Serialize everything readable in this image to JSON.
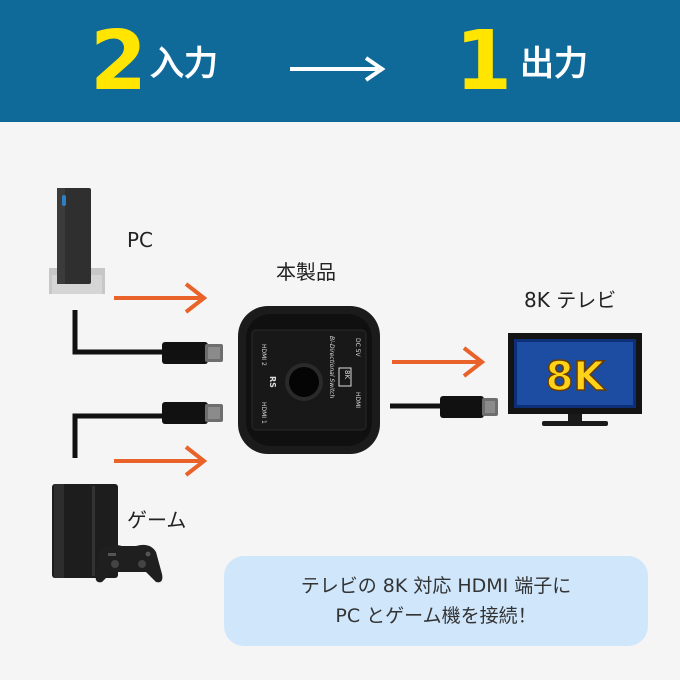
{
  "header": {
    "input_count": "2",
    "input_label": "入力",
    "output_count": "1",
    "output_label": "出力"
  },
  "devices": {
    "pc_label": "PC",
    "product_label": "本製品",
    "tv_label": "8K テレビ",
    "game_label": "ゲーム",
    "tv_screen_text": "8K"
  },
  "switch_markings": {
    "port_top": "HDMI 2",
    "port_bottom": "HDMI 1",
    "port_right": "HDMI",
    "power": "DC 5V",
    "title": "Bi-Directional Switch",
    "badge": "8K",
    "logo": "RS"
  },
  "callout": {
    "line1": "テレビの 8K 対応 HDMI 端子に",
    "line2": "PC とゲーム機を接続！"
  },
  "colors": {
    "header_bg": "#0f6a9a",
    "number_yellow": "#ffe500",
    "arrow_orange": "#e8622a",
    "bubble_bg": "#cfe6fb"
  }
}
